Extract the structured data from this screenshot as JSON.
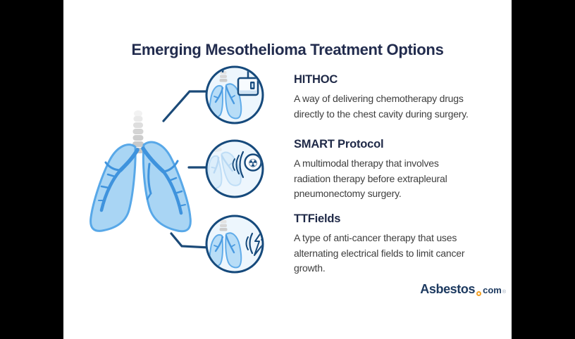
{
  "title": "Emerging Mesothelioma Treatment Options",
  "sections": [
    {
      "heading": "HITHOC",
      "lines": [
        "A way of delivering chemotherapy drugs",
        "directly to the chest cavity during surgery."
      ]
    },
    {
      "heading": "SMART Protocol",
      "lines": [
        "A multimodal therapy that involves",
        "radiation therapy before extrapleural",
        "pneumonectomy surgery."
      ]
    },
    {
      "heading": "TTFields",
      "lines": [
        "A type of anti-cancer therapy that uses",
        "alternating electrical fields to limit cancer",
        "growth."
      ]
    }
  ],
  "icons": {
    "radiation_glyph": "☢",
    "top": "chemo-pump-lungs-icon",
    "middle": "radiation-waves-lungs-icon",
    "bottom": "electric-field-lungs-icon"
  },
  "logo": {
    "brand": "Asbestos",
    "tld": "com",
    "mark": "®"
  },
  "colors": {
    "background": "#ffffff",
    "letterbox": "#000000",
    "title_navy": "#222c4e",
    "heading_navy": "#1f2947",
    "body_gray": "#3e3e3e",
    "line_navy": "#1b4a78",
    "circle_border_navy": "#164a7c",
    "circle_fill": "#edf6fd",
    "lung_fill": "#a9d5f4",
    "lung_stroke": "#58a8e8",
    "bronchi_blue": "#3f93dd",
    "trachea_gray": "#cbcbcb",
    "logo_navy": "#1d3a60",
    "logo_orange": "#f5a124"
  }
}
